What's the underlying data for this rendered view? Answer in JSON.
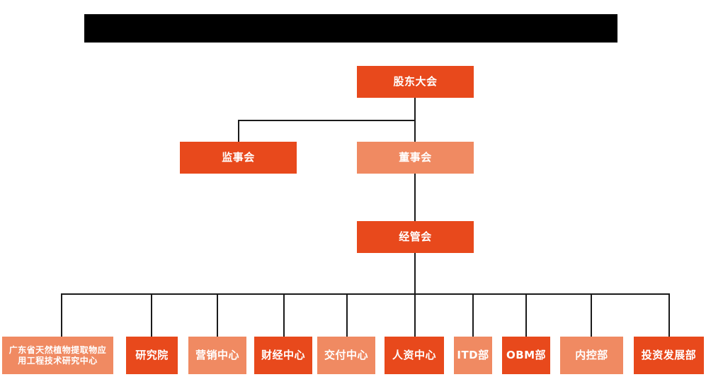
{
  "chart": {
    "title_bar": {
      "name": "redacted-title-bar",
      "text": ""
    },
    "colors": {
      "dark_orange": "#E8491C",
      "light_orange": "#F08A62",
      "connector": "#1a1a1a",
      "background": "#FFFFFF",
      "redaction": "#000000",
      "text": "#FFFFFF"
    },
    "nodes": {
      "shareholders_meeting": {
        "label": "股东大会",
        "tone": "dark"
      },
      "board_of_supervisors": {
        "label": "监事会",
        "tone": "dark"
      },
      "board_of_directors": {
        "label": "董事会",
        "tone": "light"
      },
      "management_committee": {
        "label": "经管会",
        "tone": "dark"
      },
      "departments": [
        {
          "label": "广东省天然植物提取物应\n用工程技术研究中心",
          "tone": "light"
        },
        {
          "label": "研究院",
          "tone": "dark"
        },
        {
          "label": "营销中心",
          "tone": "light"
        },
        {
          "label": "财经中心",
          "tone": "dark"
        },
        {
          "label": "交付中心",
          "tone": "light"
        },
        {
          "label": "人资中心",
          "tone": "dark"
        },
        {
          "label": "ITD部",
          "tone": "light"
        },
        {
          "label": "OBM部",
          "tone": "dark"
        },
        {
          "label": "内控部",
          "tone": "light"
        },
        {
          "label": "投资发展部",
          "tone": "dark"
        }
      ]
    }
  }
}
